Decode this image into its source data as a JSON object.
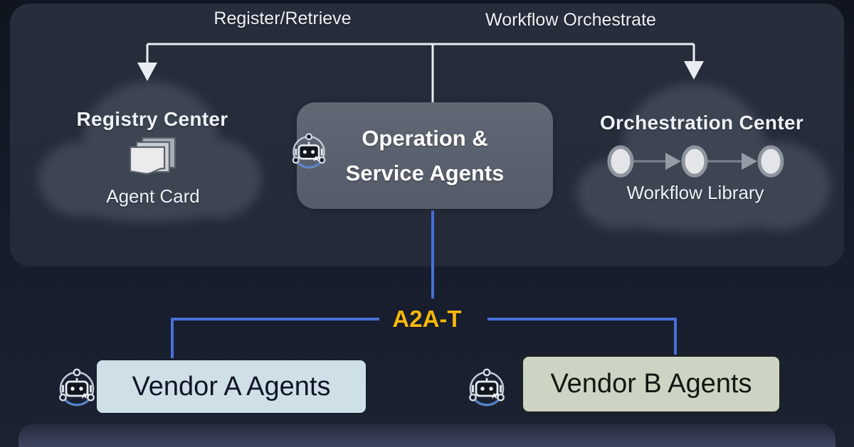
{
  "colors": {
    "background": "#151b29",
    "panel": "#272d3b",
    "cloud": "#3e4553",
    "operation_box": "#545b69",
    "vendor_a_box": "#cfdfe6",
    "vendor_b_box": "#ced4c4",
    "accent_yellow": "#f6b60e",
    "connector_blue": "#4a6fd8",
    "connector_white": "#e9edf3",
    "text_light": "#eef1f6"
  },
  "flows": {
    "register_retrieve": "Register/Retrieve",
    "workflow_orchestrate": "Workflow Orchestrate",
    "a2a_protocol": "A2A-T"
  },
  "registry_center": {
    "title": "Registry Center",
    "item": "Agent Card"
  },
  "orchestration_center": {
    "title": "Orchestration Center",
    "item": "Workflow Library"
  },
  "operation_agents": {
    "line1": "Operation &",
    "line2": "Service Agents"
  },
  "vendors": {
    "a": "Vendor A Agents",
    "b": "Vendor B Agents"
  },
  "icons": {
    "ai_badge": "AI",
    "robot": "ai-robot-icon",
    "agent_card": "document-stack-icon",
    "workflow": "workflow-nodes-icon",
    "arrows": "arrow-down-icon"
  }
}
